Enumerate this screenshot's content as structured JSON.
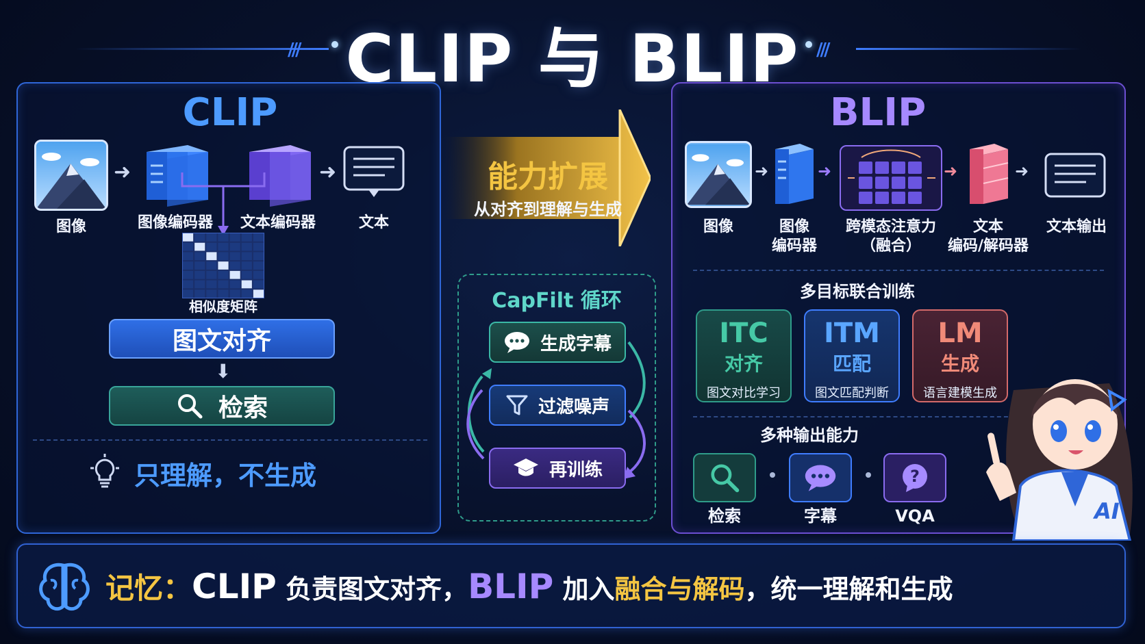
{
  "title": "CLIP 与 BLIP",
  "clip": {
    "title": "CLIP",
    "labels": {
      "image": "图像",
      "image_encoder": "图像编码器",
      "text_encoder": "文本编码器",
      "text": "文本"
    },
    "matrix_label": "相似度矩阵",
    "align_button": "图文对齐",
    "retrieval_button": "检索",
    "note": "只理解，不生成"
  },
  "middle": {
    "arrow_title": "能力扩展",
    "arrow_subtitle": "从对齐到理解与生成",
    "capfilt": {
      "title": "CapFilt 循环",
      "steps": [
        "生成字幕",
        "过滤噪声",
        "再训练"
      ]
    }
  },
  "blip": {
    "title": "BLIP",
    "labels": {
      "image": "图像",
      "image_encoder_1": "图像",
      "image_encoder_2": "编码器",
      "cross_attn_1": "跨模态注意力",
      "cross_attn_2": "（融合）",
      "text_codec_1": "文本",
      "text_codec_2": "编码/解码器",
      "text_out": "文本输出"
    },
    "training_title": "多目标联合训练",
    "objectives": [
      {
        "code": "ITC",
        "name": "对齐",
        "desc": "图文对比学习",
        "color": "#46c9a6"
      },
      {
        "code": "ITM",
        "name": "匹配",
        "desc": "图文匹配判断",
        "color": "#5aa6ff"
      },
      {
        "code": "LM",
        "name": "生成",
        "desc": "语言建模生成",
        "color": "#f08a78"
      }
    ],
    "outputs_title": "多种输出能力",
    "outputs": [
      {
        "label": "检索",
        "icon": "search-icon"
      },
      {
        "label": "字幕",
        "icon": "chat-icon"
      },
      {
        "label": "VQA",
        "icon": "question-icon"
      }
    ]
  },
  "memory": {
    "prefix": "记忆：",
    "clip": "CLIP",
    "part1": " 负责图文对齐，",
    "blip": "BLIP",
    "part2": " 加入",
    "highlight": "融合与解码",
    "part3": "，统一理解和生成"
  },
  "colors": {
    "clip_blue": "#3f8cff",
    "blip_purple": "#9b7bff",
    "gold": "#f4c542",
    "teal": "#2f9c8a"
  },
  "mascot_badge": "AI"
}
